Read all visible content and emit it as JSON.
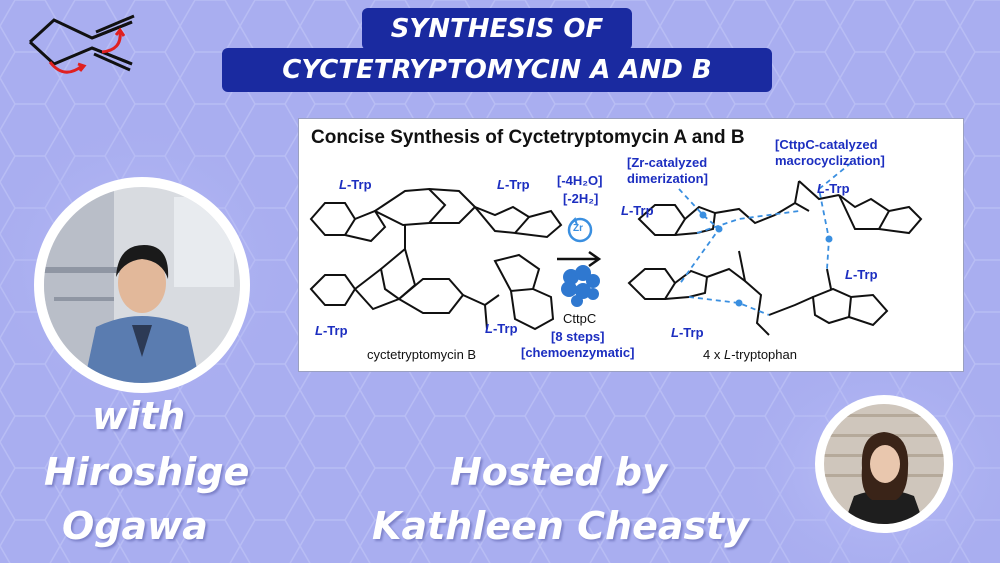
{
  "title": {
    "line1": "SYNTHESIS OF",
    "line2": "CYCTETRYPTOMYCIN A AND B"
  },
  "scheme": {
    "heading": "Concise Synthesis of Cyctetryptomycin A and B",
    "trp_labels": [
      "L-Trp",
      "L-Trp",
      "L-Trp",
      "L-Trp",
      "L-Trp",
      "L-Trp",
      "L-Trp",
      "L-Trp"
    ],
    "conditions": [
      "[-4H₂O]",
      "[-2H₂]"
    ],
    "zr_text": "Zr",
    "enzyme": "CttpC",
    "steps": "[8 steps]",
    "chemoenzymatic": "[chemoenzymatic]",
    "product": "cyctetryptomycin B",
    "starting": "4 x L-tryptophan",
    "zr_note": [
      "[Zr-catalyzed",
      "dimerization]"
    ],
    "cttpc_note": [
      "[CttpC-catalyzed",
      "macrocyclization]"
    ]
  },
  "guest": {
    "with": "with",
    "first": "Hiroshige",
    "last": "Ogawa"
  },
  "host": {
    "line1": "Hosted by",
    "line2": "Kathleen Cheasty"
  },
  "colors": {
    "background": "#a9aef0",
    "title_box": "#1a2aa0",
    "label_blue": "#1c2ec0",
    "logo_red": "#e02020"
  }
}
